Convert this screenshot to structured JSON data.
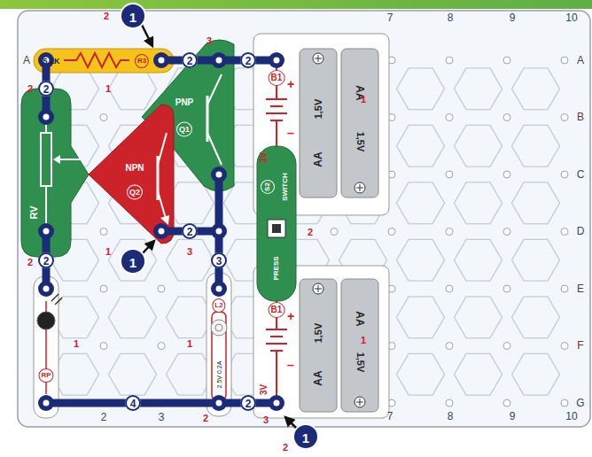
{
  "diagram": {
    "nodes": [
      {
        "text": [
          "5.1K",
          "R3"
        ]
      },
      {
        "text": [
          "2"
        ]
      },
      {
        "text": [
          "2"
        ]
      },
      {
        "text": [
          "PNP",
          "Q1"
        ]
      },
      {
        "text": [
          "B1",
          "+",
          "3V",
          "–"
        ]
      },
      {
        "text": [
          "AA",
          "1,5V"
        ],
        "in": 4
      },
      {
        "text": [
          "AA",
          "1,5V"
        ],
        "in": 4
      },
      {
        "text": [
          "2"
        ]
      },
      {
        "text": [
          "RV"
        ]
      },
      {
        "text": [
          "NPN",
          "Q2"
        ]
      },
      {
        "text": [
          "S2",
          "SWITCH",
          "PRESS"
        ]
      },
      {
        "text": [
          "2"
        ]
      },
      {
        "text": [
          "3"
        ]
      },
      {
        "text": [
          "2"
        ]
      },
      {
        "text": [
          "L2",
          "2.5V 0.2A"
        ]
      },
      {
        "text": [
          "RP"
        ]
      },
      {
        "text": [
          "B1",
          "+",
          "3V",
          "–"
        ]
      },
      {
        "text": [
          "AA",
          "1,5V"
        ],
        "in": 16
      },
      {
        "text": [
          "AA",
          "1,5V"
        ],
        "in": 16
      },
      {
        "text": [
          "4"
        ]
      },
      {
        "text": [
          "2"
        ]
      },
      {
        "text": [
          "1"
        ]
      },
      {
        "text": [
          "1"
        ]
      },
      {
        "text": [
          "1"
        ]
      }
    ],
    "labels": [
      "7",
      "8",
      "9",
      "10",
      "A",
      "B",
      "C",
      "D",
      "E",
      "F",
      "G",
      "A",
      "2",
      "3",
      "7",
      "8",
      "9",
      "10",
      "2",
      "3",
      "1",
      "2",
      "2",
      "1",
      "3",
      "1",
      "2",
      "1",
      "1",
      "1",
      "2",
      "3",
      "2"
    ]
  }
}
